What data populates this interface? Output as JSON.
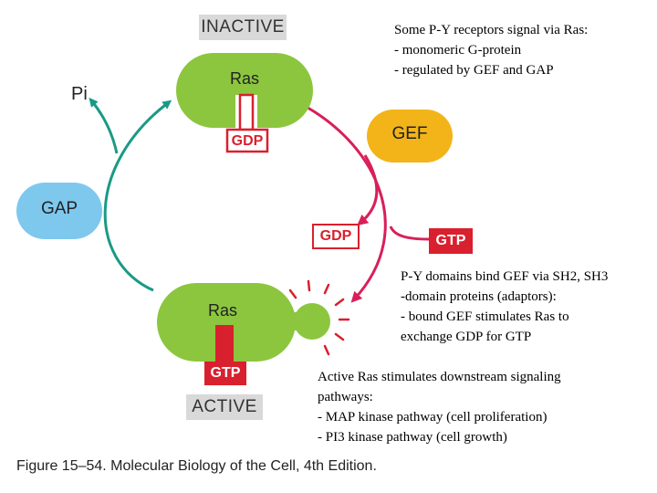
{
  "diagram": {
    "inactive_label": "INACTIVE",
    "active_label": "ACTIVE",
    "ras_label": "Ras",
    "gdp_label": "GDP",
    "gtp_label": "GTP",
    "gef_label": "GEF",
    "gap_label": "GAP",
    "pi_label": "Pi",
    "colors": {
      "ras_green": "#8cc63f",
      "gef_orange": "#f2b419",
      "gap_blue": "#7ec8ee",
      "gtp_red": "#d9202e",
      "gdp_red": "#d9202e",
      "arrow_teal": "#1a9a85",
      "arrow_magenta": "#d91f5a"
    }
  },
  "notes": {
    "top_right": [
      "Some P-Y receptors signal via Ras:",
      "- monomeric G-protein",
      "- regulated by GEF and GAP"
    ],
    "middle_right": [
      "P-Y domains bind GEF via SH2, SH3",
      "-domain proteins (adaptors):",
      "- bound GEF stimulates Ras to",
      "exchange GDP for GTP"
    ],
    "bottom_right": [
      "Active Ras stimulates downstream signaling",
      "pathways:",
      "- MAP kinase pathway (cell proliferation)",
      "- PI3 kinase pathway (cell growth)"
    ]
  },
  "caption": "Figure 15–54. Molecular Biology of the Cell, 4th Edition."
}
